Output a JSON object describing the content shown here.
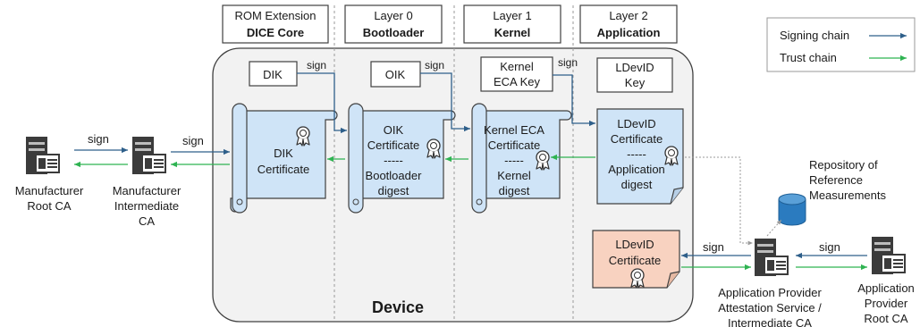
{
  "layers": [
    {
      "line1": "ROM Extension",
      "line2": "DICE Core"
    },
    {
      "line1": "Layer 0",
      "line2": "Bootloader"
    },
    {
      "line1": "Layer 1",
      "line2": "Kernel"
    },
    {
      "line1": "Layer 2",
      "line2": "Application"
    }
  ],
  "legend": {
    "signing": "Signing chain",
    "trust": "Trust chain"
  },
  "colors": {
    "signing": "#2e5f8a",
    "trust": "#2fb352",
    "cert_blue": "#cfe4f7",
    "cert_orange": "#f8d2c0",
    "device_bg": "#f2f2f2",
    "db": "#2b7bbf"
  },
  "device": {
    "label": "Device"
  },
  "keys": {
    "dik": "DIK",
    "oik": "OIK",
    "kernel_eca_1": "Kernel",
    "kernel_eca_2": "ECA Key",
    "ldevid_1": "LDevID",
    "ldevid_2": "Key"
  },
  "sign_label": "sign",
  "certs": {
    "dik": [
      "DIK",
      "Certificate"
    ],
    "oik": [
      "OIK",
      "Certificate",
      "-----",
      "Bootloader",
      "digest"
    ],
    "kernel": [
      "Kernel ECA",
      "Certificate",
      "-----",
      "Kernel",
      "digest"
    ],
    "ldevid": [
      "LDevID",
      "Certificate",
      "-----",
      "Application",
      "digest"
    ],
    "ldevid_ext": [
      "LDevID",
      "Certificate"
    ]
  },
  "servers": {
    "mfr_root": [
      "Manufacturer",
      "Root CA"
    ],
    "mfr_int": [
      "Manufacturer",
      "Intermediate",
      "CA"
    ],
    "app_attest": [
      "Application Provider",
      "Attestation Service /",
      "Intermediate CA"
    ],
    "app_root": [
      "Application",
      "Provider",
      "Root CA"
    ]
  },
  "repository": [
    "Repository of",
    "Reference",
    "Measurements"
  ]
}
